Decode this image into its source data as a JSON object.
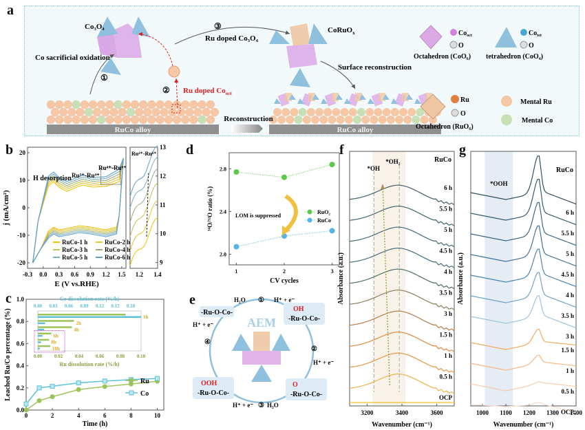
{
  "panel_labels": {
    "a": "a",
    "b": "b",
    "c": "c",
    "d": "d",
    "e": "e",
    "f": "f",
    "g": "g"
  },
  "panel_a": {
    "co3o4": "Co₃O₄",
    "co_sacrificial": "Co sacrificial oxidation",
    "step1": "①",
    "step2": "②",
    "step3": "③",
    "ru_doped_cooct": "Ru doped Co",
    "ru_doped_cooct_sub": "oct",
    "ru_doped_co3o4": "Ru doped Co₃O₄",
    "coruox": "CoRuO",
    "coruox_sub": "x",
    "surface_recon": "Surface reconstruction",
    "reconstruction": "Reconstruction",
    "alloy_left": "RuCo alloy",
    "alloy_right": "RuCo alloy",
    "legend": {
      "co_oct": "Co",
      "co_oct_sub": "oct",
      "o1": "O",
      "oct_coo6": "Octahedron (CoO₆)",
      "co_tet": "Co",
      "co_tet_sub": "tet",
      "o2": "O",
      "tet_coo4": "tetrahedron (CoO₄)",
      "ru": "Ru",
      "o3": "O",
      "oct_ruo6": "Octahedron (RuO₆)",
      "metal_ru": "Mental Ru",
      "metal_co": "Mental Co"
    },
    "colors": {
      "ru_sphere": "#f6c7a4",
      "co_sphere": "#c8e0b6",
      "octa": "#dca8e6",
      "tetra": "#8fc1de",
      "ru_octa": "#eec7a2",
      "alloy": "#8f8f8f",
      "red": "#e02020"
    }
  },
  "chart_data": [
    {
      "id": "b",
      "type": "line",
      "title": "",
      "xlabel": "E (V vs.RHE)",
      "ylabel": "j (mA/cm²)",
      "xlim": [
        -0.3,
        1.58
      ],
      "ylim": [
        -22,
        22
      ],
      "xticks": [
        "-0.3",
        "0.0",
        "0.3",
        "0.6",
        "0.9",
        "1.2",
        "1.5"
      ],
      "yticks": [
        "-20",
        "-10",
        "0",
        "10",
        "20"
      ],
      "annotations": [
        "H desorption",
        "Ru³⁺-Ru⁴⁺",
        "Ru⁴⁺-Ru⁶⁺"
      ],
      "series": [
        {
          "name": "RuCo-1 h",
          "color": "#f2c200",
          "anodic_plateau": 7.5,
          "cathodic_plateau": -7.5
        },
        {
          "name": "RuCo-2 h",
          "color": "#e8c030",
          "anodic_plateau": 8.2,
          "cathodic_plateau": -8.0
        },
        {
          "name": "RuCo-3 h",
          "color": "#c8bf55",
          "anodic_plateau": 8.9,
          "cathodic_plateau": -8.5
        },
        {
          "name": "RuCo-4 h",
          "color": "#9ab07a",
          "anodic_plateau": 9.6,
          "cathodic_plateau": -9.0
        },
        {
          "name": "RuCo-5 h",
          "color": "#7aaec8",
          "anodic_plateau": 10.3,
          "cathodic_plateau": -9.5
        },
        {
          "name": "RuCo-6 h",
          "color": "#5a9fd0",
          "anodic_plateau": 11.0,
          "cathodic_plateau": -10.0
        }
      ],
      "inset": {
        "title": "Ru⁴⁺-Ru⁶⁺",
        "xlim": [
          1.1,
          1.4
        ],
        "ylim": [
          8.8,
          13.0
        ],
        "xticks": [
          "1.2",
          "1.4"
        ],
        "yticks": [
          "9",
          "10",
          "11",
          "12",
          "13"
        ],
        "start_values": [
          8.9,
          9.4,
          9.9,
          10.4,
          10.9,
          11.3
        ],
        "end_values": [
          10.5,
          11.1,
          11.7,
          12.2,
          12.6,
          13.0
        ]
      }
    },
    {
      "id": "c",
      "type": "line",
      "xlabel": "Time (h)",
      "ylabel": "Leached Ru/Co percentage  (%)",
      "xlim": [
        0,
        10.5
      ],
      "ylim": [
        0,
        1.0
      ],
      "xticks": [
        "0",
        "2",
        "4",
        "6",
        "8",
        "10"
      ],
      "yticks": [
        "0.0",
        "0.2",
        "0.4",
        "0.6",
        "0.8",
        "1.0"
      ],
      "x": [
        0,
        1,
        2,
        4,
        6,
        8,
        10
      ],
      "series": [
        {
          "name": "Ru",
          "color": "#9cc25a",
          "marker": "circle",
          "values": [
            0.0,
            0.085,
            0.12,
            0.185,
            0.212,
            0.235,
            0.26
          ]
        },
        {
          "name": "Co",
          "color": "#5cc1d8",
          "marker": "square",
          "values": [
            0.055,
            0.2,
            0.215,
            0.245,
            0.262,
            0.275,
            0.285
          ]
        }
      ],
      "inset": {
        "type": "bar",
        "top_axis_label": "Co dissolution rate (%/h)",
        "top_ticks": [
          "0.00",
          "0.03",
          "0.06",
          "0.09",
          "0.12",
          "0.15",
          "0.18"
        ],
        "top_range": [
          0,
          0.2
        ],
        "bottom_axis_label": "Ru dissolution rate (%/h)",
        "bottom_ticks": [
          "0.00",
          "0.02",
          "0.04",
          "0.06",
          "0.08",
          "0.10"
        ],
        "bottom_range": [
          0,
          0.1
        ],
        "categories": [
          "1h",
          "2h",
          "4h",
          "6h",
          "8h",
          "10h"
        ],
        "co_rate": [
          0.2,
          0.014,
          0.012,
          0.009,
          0.006,
          0.004
        ],
        "ru_rate": [
          0.085,
          0.035,
          0.033,
          0.013,
          0.011,
          0.012
        ],
        "colors": {
          "co": "#5cc1d8",
          "ru": "#9cc25a",
          "label": "#d8a820",
          "box": "#c83ccc"
        }
      }
    },
    {
      "id": "d",
      "type": "scatter",
      "xlabel": "CV  cycles",
      "ylabel": "³⁴O/³²O ratio (%)",
      "xlim": [
        0.85,
        3.15
      ],
      "ylim": [
        1.9,
        2.95
      ],
      "xticks": [
        "1",
        "2",
        "3"
      ],
      "yticks": [
        "2.0",
        "2.4",
        "2.8"
      ],
      "x": [
        1,
        2,
        3
      ],
      "series": [
        {
          "name": "RuO₂",
          "color": "#5cc84a",
          "values": [
            2.77,
            2.72,
            2.84
          ]
        },
        {
          "name": "RuCo",
          "color": "#55b4e4",
          "values": [
            2.07,
            2.17,
            2.22
          ]
        }
      ],
      "annotation": "LOM is suppressed"
    },
    {
      "id": "f",
      "type": "line",
      "xlabel": "Wavenumber (cm⁻¹)",
      "ylabel": "Absorbance (a.u.)",
      "xlim": [
        3100,
        3700
      ],
      "xticks": [
        "3200",
        "3400",
        "3600"
      ],
      "legend_title": "RuCo",
      "annotations": [
        "*OH",
        "*OH₂"
      ],
      "markers_x": [
        3240,
        3385
      ],
      "series": [
        {
          "name": "6 h",
          "color": "#3f5f6a"
        },
        {
          "name": "5.5 h",
          "color": "#3f6470"
        },
        {
          "name": "5 h",
          "color": "#406a78"
        },
        {
          "name": "4.5 h",
          "color": "#426e7e"
        },
        {
          "name": "4 h",
          "color": "#4d6f6a"
        },
        {
          "name": "3.5 h",
          "color": "#8d7d5a"
        },
        {
          "name": "3 h",
          "color": "#b97b4a"
        },
        {
          "name": "1.5 h",
          "color": "#dd8a3e"
        },
        {
          "name": "1 h",
          "color": "#e79745"
        },
        {
          "name": "0.5 h",
          "color": "#efb24a"
        },
        {
          "name": "OCP",
          "color": "#f0c020"
        }
      ]
    },
    {
      "id": "g",
      "type": "line",
      "xlabel": "Wavenumber (cm⁻¹)",
      "ylabel": "Absorbance (a.u.)",
      "xlim": [
        950,
        1400
      ],
      "xticks": [
        "1000",
        "1100",
        "1200",
        "1300",
        "1400"
      ],
      "legend_title": "RuCo",
      "annotations": [
        "*OOH"
      ],
      "shaded_range": [
        1010,
        1130
      ],
      "series": [
        {
          "name": "6 h",
          "color": "#2f4f62"
        },
        {
          "name": "5.5 h",
          "color": "#345a70"
        },
        {
          "name": "5 h",
          "color": "#3a6684"
        },
        {
          "name": "4.5 h",
          "color": "#3f7399"
        },
        {
          "name": "4 h",
          "color": "#4a84b0"
        },
        {
          "name": "3.5 h",
          "color": "#6ea2c8"
        },
        {
          "name": "3 h",
          "color": "#9cc2dc"
        },
        {
          "name": "1.5 h",
          "color": "#f3a860"
        },
        {
          "name": "1 h",
          "color": "#f4b88a"
        },
        {
          "name": "0.5 h",
          "color": "#f6cdb0"
        },
        {
          "name": "OCP",
          "color": "#f8dccb"
        }
      ]
    }
  ],
  "panel_e": {
    "center": "AEM",
    "states": [
      "-Ru-O-Co-",
      "-Ru-O-Co-",
      "-Ru-O-Co-",
      "-Ru-O-Co-"
    ],
    "adsorbates": [
      "",
      "OH",
      "O",
      "OOH"
    ],
    "steps": [
      "①",
      "②",
      "③",
      "④"
    ],
    "reactants": {
      "s1_in": "H₂O",
      "s1_out": "H⁺ + e⁻",
      "s2_out": "H⁺ + e⁻",
      "s3_in": "H₂O",
      "s3_out": "H⁺ + e⁻",
      "s4_out": "H⁺ + e⁻"
    }
  }
}
